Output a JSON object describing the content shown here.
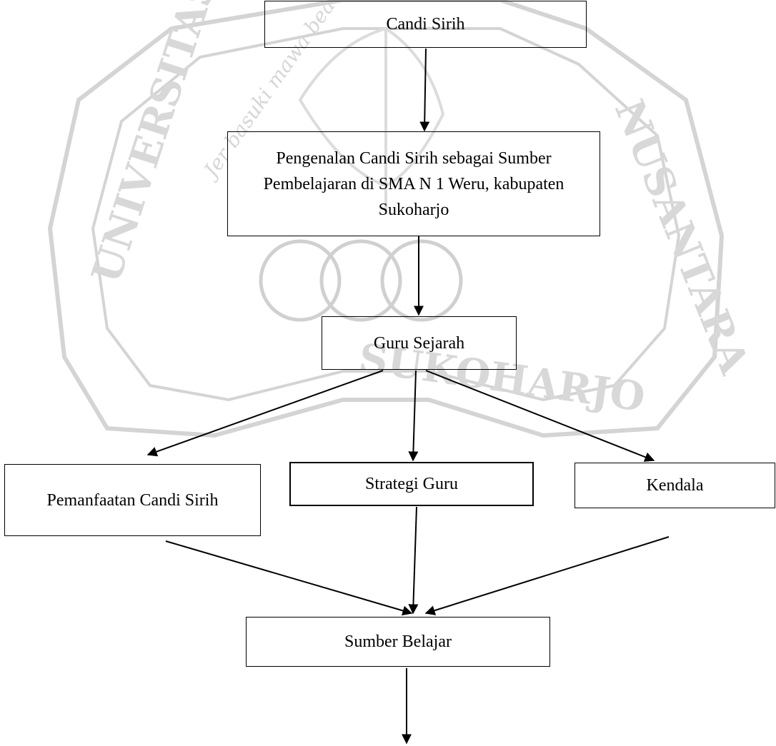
{
  "watermark": {
    "name": "UNIVERSITAS VETERAN BANGUN NUSANTARA",
    "city": "SUKOHARJO",
    "motto": "Jer basuki mawa bea"
  },
  "nodes": {
    "candi_sirih": "Candi Sirih",
    "pengenalan": "Pengenalan Candi Sirih sebagai Sumber Pembelajaran di SMA N 1 Weru, kabupaten Sukoharjo",
    "guru_sejarah": "Guru Sejarah",
    "pemanfaatan": "Pemanfaatan Candi Sirih",
    "strategi": "Strategi Guru",
    "kendala": "Kendala",
    "sumber_belajar": "Sumber Belajar"
  },
  "colors": {
    "line": "#000000",
    "box_border": "#000000",
    "watermark": "#c8c8c8"
  }
}
